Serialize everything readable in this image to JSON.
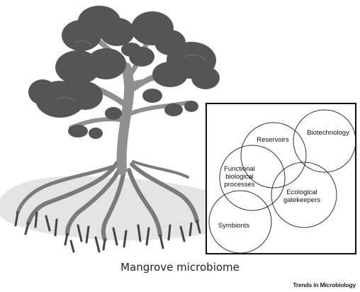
{
  "diagram": {
    "caption": "Mangrove microbiome",
    "journal": "Trends in Microbiology",
    "venn": {
      "labels": {
        "biotechnology": "Biotechnology",
        "reservoirs": "Reservoirs",
        "functional_line1": "Functional",
        "functional_line2": "biological",
        "functional_line3": "processes",
        "ecological_line1": "Ecological",
        "ecological_line2": "gatekeepers",
        "symbionts": "Symbionts"
      }
    },
    "colors": {
      "foliage": "#555555",
      "trunk": "#8f8f8f",
      "ground": "#e4e4e4",
      "line": "#333333"
    }
  }
}
